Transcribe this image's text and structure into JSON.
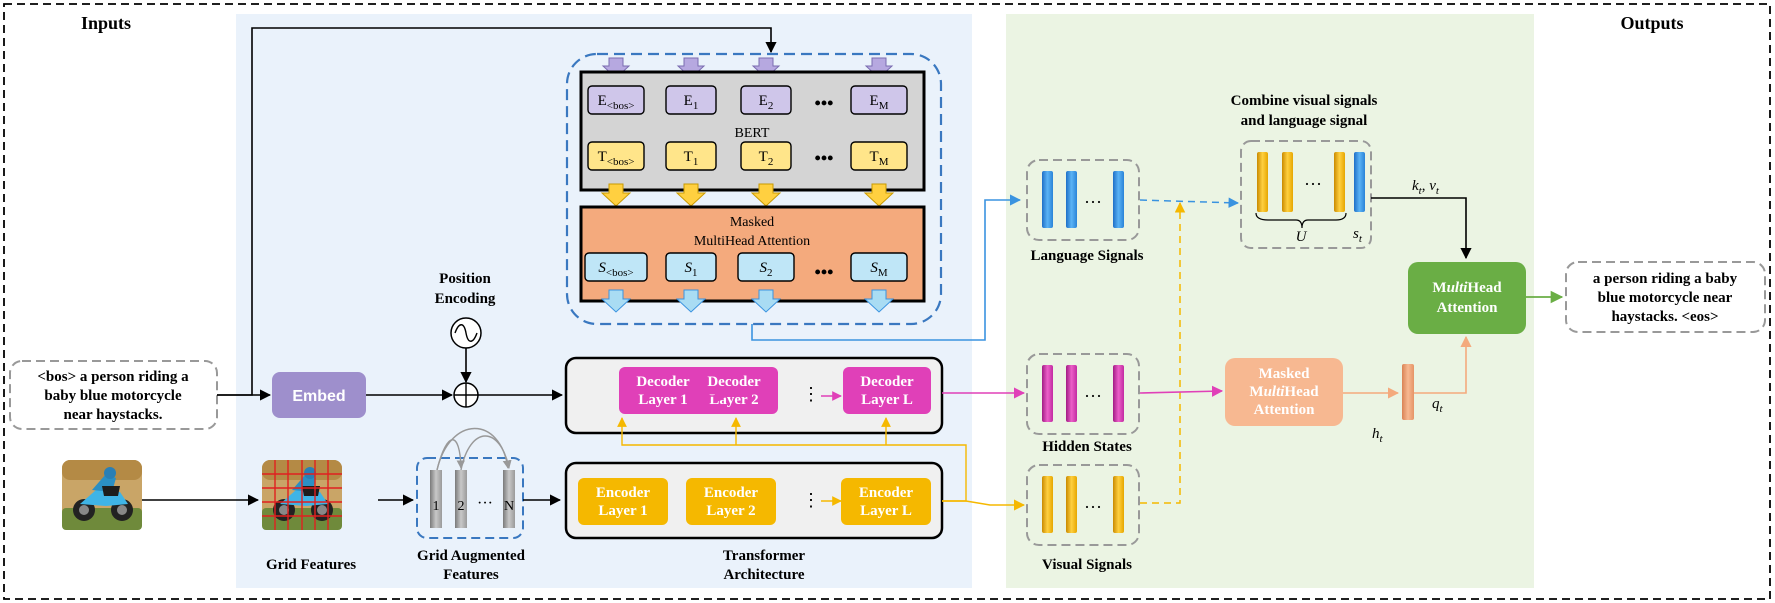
{
  "headers": {
    "inputs": "Inputs",
    "outputs": "Outputs"
  },
  "input_caption": {
    "line1": "<bos> a person riding a",
    "line2": "baby blue motorcycle",
    "line3": "near haystacks."
  },
  "output_caption": {
    "line1": "a person riding a baby",
    "line2": "blue motorcycle near",
    "line3": "haystacks. <eos>"
  },
  "embed": "Embed",
  "position_encoding": {
    "line1": "Position",
    "line2": "Encoding"
  },
  "grid_features": "Grid Features",
  "grid_augmented": {
    "line1": "Grid Augmented",
    "line2": "Features",
    "col1": "1",
    "col2": "2",
    "dots": "···",
    "colN": "N"
  },
  "bert": {
    "label": "BERT",
    "embeddings": [
      {
        "base": "E",
        "sub": "<bos>"
      },
      {
        "base": "E",
        "sub": "1"
      },
      {
        "base": "E",
        "sub": "2"
      },
      {
        "base": "E",
        "sub": "M"
      }
    ],
    "tokens": [
      {
        "base": "T",
        "sub": "<bos>"
      },
      {
        "base": "T",
        "sub": "1"
      },
      {
        "base": "T",
        "sub": "2"
      },
      {
        "base": "T",
        "sub": "M"
      }
    ],
    "dots": "•••"
  },
  "masked_mha": {
    "line1": "Masked",
    "line2": "MultiHead Attention",
    "states": [
      {
        "base": "S",
        "sub": "<bos>"
      },
      {
        "base": "S",
        "sub": "1"
      },
      {
        "base": "S",
        "sub": "2"
      },
      {
        "base": "S",
        "sub": "M"
      }
    ],
    "dots": "•••"
  },
  "decoder_layers": [
    {
      "line1": "Decoder",
      "line2": "Layer 1"
    },
    {
      "line1": "Decoder",
      "line2": "Layer 2"
    },
    {
      "line1": "Decoder",
      "line2": "Layer L"
    }
  ],
  "encoder_layers": [
    {
      "line1": "Encoder",
      "line2": "Layer 1"
    },
    {
      "line1": "Encoder",
      "line2": "Layer 2"
    },
    {
      "line1": "Encoder",
      "line2": "Layer L"
    }
  ],
  "vdots": "⋮",
  "transformer_label": {
    "line1": "Transformer",
    "line2": "Architecture"
  },
  "signals": {
    "language": "Language Signals",
    "hidden": "Hidden States",
    "visual": "Visual Signals",
    "dots": "···"
  },
  "combine": {
    "line1": "Combine visual signals",
    "line2": "and language signal",
    "u_label": "U",
    "s_label": "s",
    "s_sub": "t"
  },
  "kv_label": {
    "k": "k",
    "k_sub": "t",
    "sep": ", ",
    "v": "v",
    "v_sub": "t"
  },
  "masked_mha2": {
    "line1": "Masked",
    "line2_pre": "M",
    "line2_it": "ulti",
    "line2_post": "Head",
    "line3": "Attention"
  },
  "ht_label": {
    "base": "h",
    "sub": "t"
  },
  "qt_label": {
    "base": "q",
    "sub": "t"
  },
  "final_mha": {
    "line1_pre": "M",
    "line1_it": "ulti",
    "line1_post": "Head",
    "line2": "Attention"
  },
  "colors": {
    "purple": "#9e8fcc",
    "purple_light": "#cfc6ea",
    "yellow": "#f5b800",
    "yellow_light": "#ffe58a",
    "magenta": "#e040b8",
    "blue_light": "#bfe6f7",
    "orange_mha": "#f4aa7d",
    "peach": "#f7b891",
    "green": "#6aae45",
    "bg_blue": "#eaf2fb",
    "bg_green": "#ebf4e3",
    "dashed_blue": "#3a78c0"
  }
}
